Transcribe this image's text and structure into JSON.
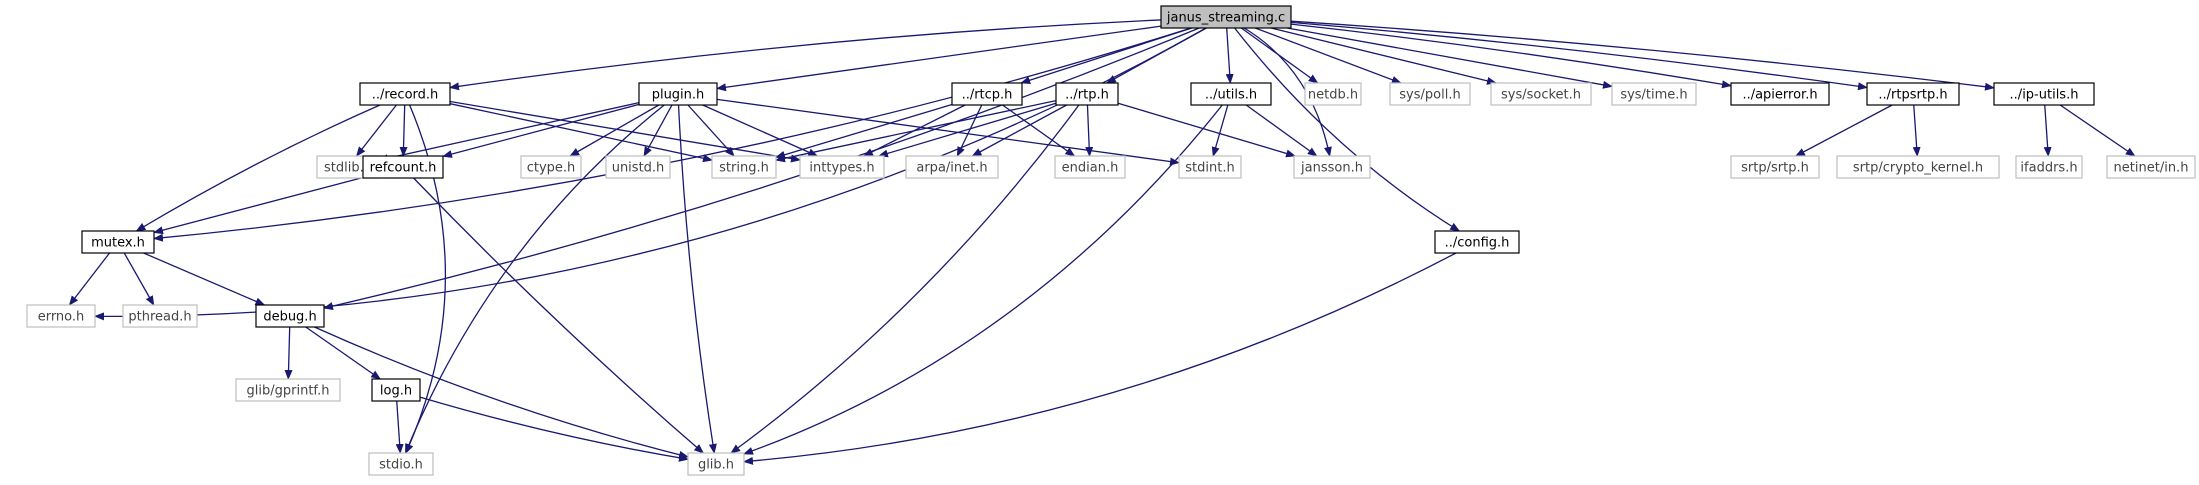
{
  "colors": {
    "edge": "#191970",
    "node_stroke": "#000000",
    "node_stroke_external": "#bfbfbf",
    "root_fill": "#bfbfbf",
    "node_fill": "#ffffff",
    "text": "#000000",
    "text_external": "#444444"
  },
  "nodes": [
    {
      "id": "janus_streaming",
      "label": "janus_streaming.c",
      "kind": "root"
    },
    {
      "id": "record",
      "label": "../record.h",
      "kind": "documented"
    },
    {
      "id": "plugin",
      "label": "plugin.h",
      "kind": "documented"
    },
    {
      "id": "rtcp",
      "label": "../rtcp.h",
      "kind": "documented"
    },
    {
      "id": "rtp",
      "label": "../rtp.h",
      "kind": "documented"
    },
    {
      "id": "utils",
      "label": "../utils.h",
      "kind": "documented"
    },
    {
      "id": "netdb",
      "label": "netdb.h",
      "kind": "external"
    },
    {
      "id": "syspoll",
      "label": "sys/poll.h",
      "kind": "external"
    },
    {
      "id": "syssocket",
      "label": "sys/socket.h",
      "kind": "external"
    },
    {
      "id": "systime",
      "label": "sys/time.h",
      "kind": "external"
    },
    {
      "id": "apierror",
      "label": "../apierror.h",
      "kind": "documented"
    },
    {
      "id": "rtpsrtp",
      "label": "../rtpsrtp.h",
      "kind": "documented"
    },
    {
      "id": "iputils",
      "label": "../ip-utils.h",
      "kind": "documented"
    },
    {
      "id": "stdlib",
      "label": "stdlib.h",
      "kind": "external"
    },
    {
      "id": "refcount",
      "label": "refcount.h",
      "kind": "documented"
    },
    {
      "id": "ctype",
      "label": "ctype.h",
      "kind": "external"
    },
    {
      "id": "unistd",
      "label": "unistd.h",
      "kind": "external"
    },
    {
      "id": "string",
      "label": "string.h",
      "kind": "external"
    },
    {
      "id": "inttypes",
      "label": "inttypes.h",
      "kind": "external"
    },
    {
      "id": "arpainet",
      "label": "arpa/inet.h",
      "kind": "external"
    },
    {
      "id": "endian",
      "label": "endian.h",
      "kind": "external"
    },
    {
      "id": "stdint",
      "label": "stdint.h",
      "kind": "external"
    },
    {
      "id": "jansson",
      "label": "jansson.h",
      "kind": "external"
    },
    {
      "id": "srtp",
      "label": "srtp/srtp.h",
      "kind": "external"
    },
    {
      "id": "cryptokernel",
      "label": "srtp/crypto_kernel.h",
      "kind": "external"
    },
    {
      "id": "ifaddrs",
      "label": "ifaddrs.h",
      "kind": "external"
    },
    {
      "id": "netinetin",
      "label": "netinet/in.h",
      "kind": "external"
    },
    {
      "id": "mutex",
      "label": "mutex.h",
      "kind": "documented"
    },
    {
      "id": "config",
      "label": "../config.h",
      "kind": "documented"
    },
    {
      "id": "errno",
      "label": "errno.h",
      "kind": "external"
    },
    {
      "id": "pthread",
      "label": "pthread.h",
      "kind": "external"
    },
    {
      "id": "debug",
      "label": "debug.h",
      "kind": "documented"
    },
    {
      "id": "glibgprintf",
      "label": "glib/gprintf.h",
      "kind": "external"
    },
    {
      "id": "log",
      "label": "log.h",
      "kind": "documented"
    },
    {
      "id": "stdio",
      "label": "stdio.h",
      "kind": "external"
    },
    {
      "id": "glib",
      "label": "glib.h",
      "kind": "external"
    }
  ],
  "edges": [
    [
      "janus_streaming",
      "record"
    ],
    [
      "janus_streaming",
      "plugin"
    ],
    [
      "janus_streaming",
      "rtcp"
    ],
    [
      "janus_streaming",
      "rtp"
    ],
    [
      "janus_streaming",
      "utils"
    ],
    [
      "janus_streaming",
      "netdb"
    ],
    [
      "janus_streaming",
      "syspoll"
    ],
    [
      "janus_streaming",
      "syssocket"
    ],
    [
      "janus_streaming",
      "systime"
    ],
    [
      "janus_streaming",
      "apierror"
    ],
    [
      "janus_streaming",
      "rtpsrtp"
    ],
    [
      "janus_streaming",
      "iputils"
    ],
    [
      "janus_streaming",
      "jansson"
    ],
    [
      "janus_streaming",
      "config"
    ],
    [
      "janus_streaming",
      "mutex"
    ],
    [
      "janus_streaming",
      "errno"
    ],
    [
      "janus_streaming",
      "debug"
    ],
    [
      "record",
      "stdlib"
    ],
    [
      "record",
      "refcount"
    ],
    [
      "record",
      "string"
    ],
    [
      "record",
      "inttypes"
    ],
    [
      "record",
      "mutex"
    ],
    [
      "record",
      "stdio"
    ],
    [
      "plugin",
      "stdlib"
    ],
    [
      "plugin",
      "refcount"
    ],
    [
      "plugin",
      "ctype"
    ],
    [
      "plugin",
      "unistd"
    ],
    [
      "plugin",
      "string"
    ],
    [
      "plugin",
      "inttypes"
    ],
    [
      "plugin",
      "stdint"
    ],
    [
      "plugin",
      "glib"
    ],
    [
      "plugin",
      "stdio"
    ],
    [
      "rtcp",
      "string"
    ],
    [
      "rtcp",
      "inttypes"
    ],
    [
      "rtcp",
      "arpainet"
    ],
    [
      "rtcp",
      "endian"
    ],
    [
      "rtp",
      "string"
    ],
    [
      "rtp",
      "inttypes"
    ],
    [
      "rtp",
      "arpainet"
    ],
    [
      "rtp",
      "endian"
    ],
    [
      "rtp",
      "jansson"
    ],
    [
      "rtp",
      "glib"
    ],
    [
      "utils",
      "stdint"
    ],
    [
      "utils",
      "jansson"
    ],
    [
      "utils",
      "glib"
    ],
    [
      "rtpsrtp",
      "srtp"
    ],
    [
      "rtpsrtp",
      "cryptokernel"
    ],
    [
      "iputils",
      "ifaddrs"
    ],
    [
      "iputils",
      "netinetin"
    ],
    [
      "refcount",
      "mutex"
    ],
    [
      "refcount",
      "glib"
    ],
    [
      "mutex",
      "errno"
    ],
    [
      "mutex",
      "pthread"
    ],
    [
      "mutex",
      "debug"
    ],
    [
      "config",
      "glib"
    ],
    [
      "debug",
      "glibgprintf"
    ],
    [
      "debug",
      "log"
    ],
    [
      "debug",
      "glib"
    ],
    [
      "log",
      "stdio"
    ],
    [
      "log",
      "glib"
    ]
  ]
}
